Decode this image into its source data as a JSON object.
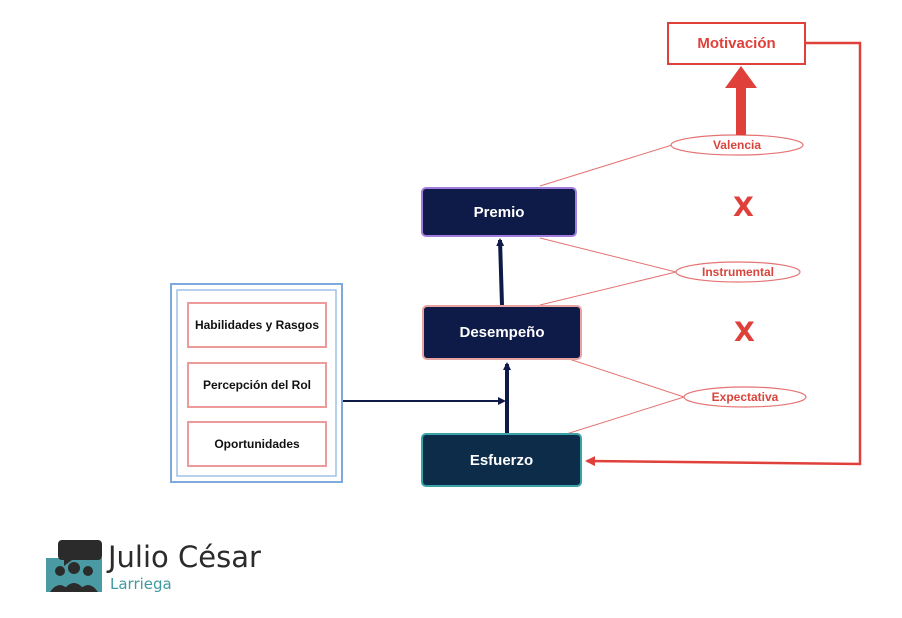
{
  "diagram": {
    "motivacion": "Motivación",
    "premio": "Premio",
    "desempeno": "Desempeño",
    "esfuerzo": "Esfuerzo",
    "valencia": "Valencia",
    "instrumental": "Instrumental",
    "expectativa": "Expectativa",
    "multiply_1": "X",
    "multiply_2": "X",
    "factors": [
      "Habilidades y Rasgos",
      "Percepción del Rol",
      "Oportunidades"
    ]
  },
  "logo": {
    "name": "Julio César",
    "surname": "Larriega"
  },
  "colors": {
    "dark_box": "#0e1a47",
    "accent_red": "#e0403a",
    "panel_blue": "#9fc0e8",
    "logo_teal": "#3e9aa0"
  }
}
